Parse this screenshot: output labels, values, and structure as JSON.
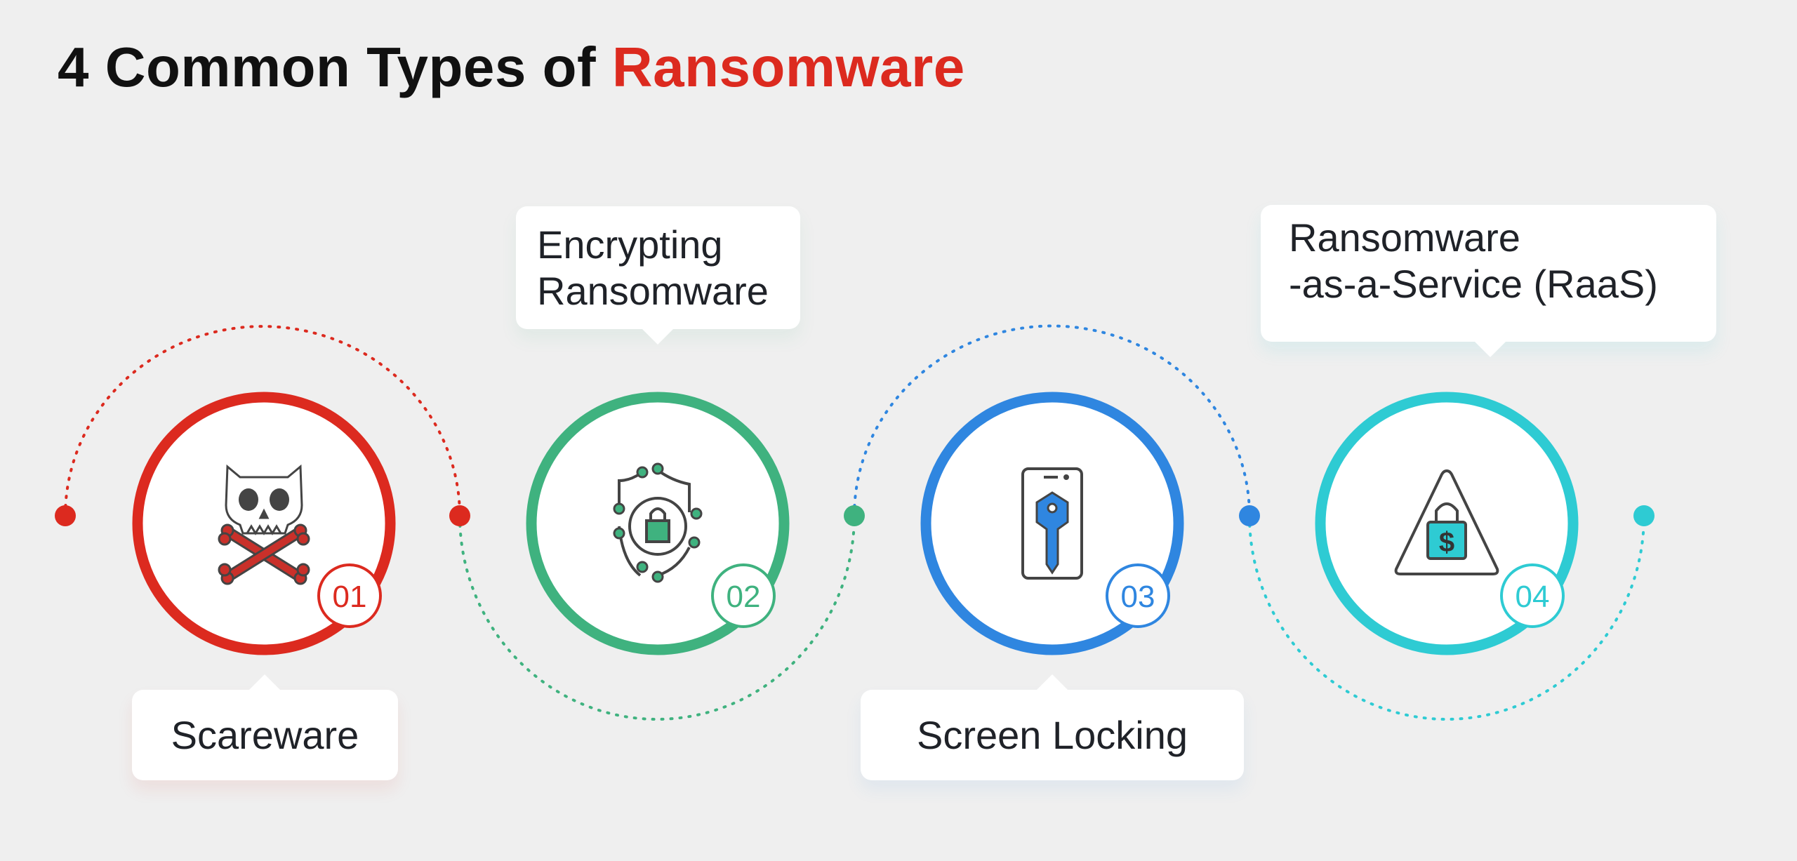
{
  "title": {
    "prefix": "4 Common Types of ",
    "accent": "Ransomware"
  },
  "colors": {
    "red": "#dc2a1f",
    "green": "#3fb27f",
    "blue": "#2f86e0",
    "teal": "#2ecbd3"
  },
  "steps": [
    {
      "number": "01",
      "label": "Scareware",
      "icon": "skull-crossbones-icon"
    },
    {
      "number": "02",
      "label_line1": "Encrypting",
      "label_line2": "Ransomware",
      "icon": "shield-lock-network-icon"
    },
    {
      "number": "03",
      "label": "Screen Locking",
      "icon": "phone-key-icon"
    },
    {
      "number": "04",
      "label_line1": "Ransomware",
      "label_line2": "-as-a-Service (RaaS)",
      "icon": "warning-padlock-dollar-icon"
    }
  ]
}
